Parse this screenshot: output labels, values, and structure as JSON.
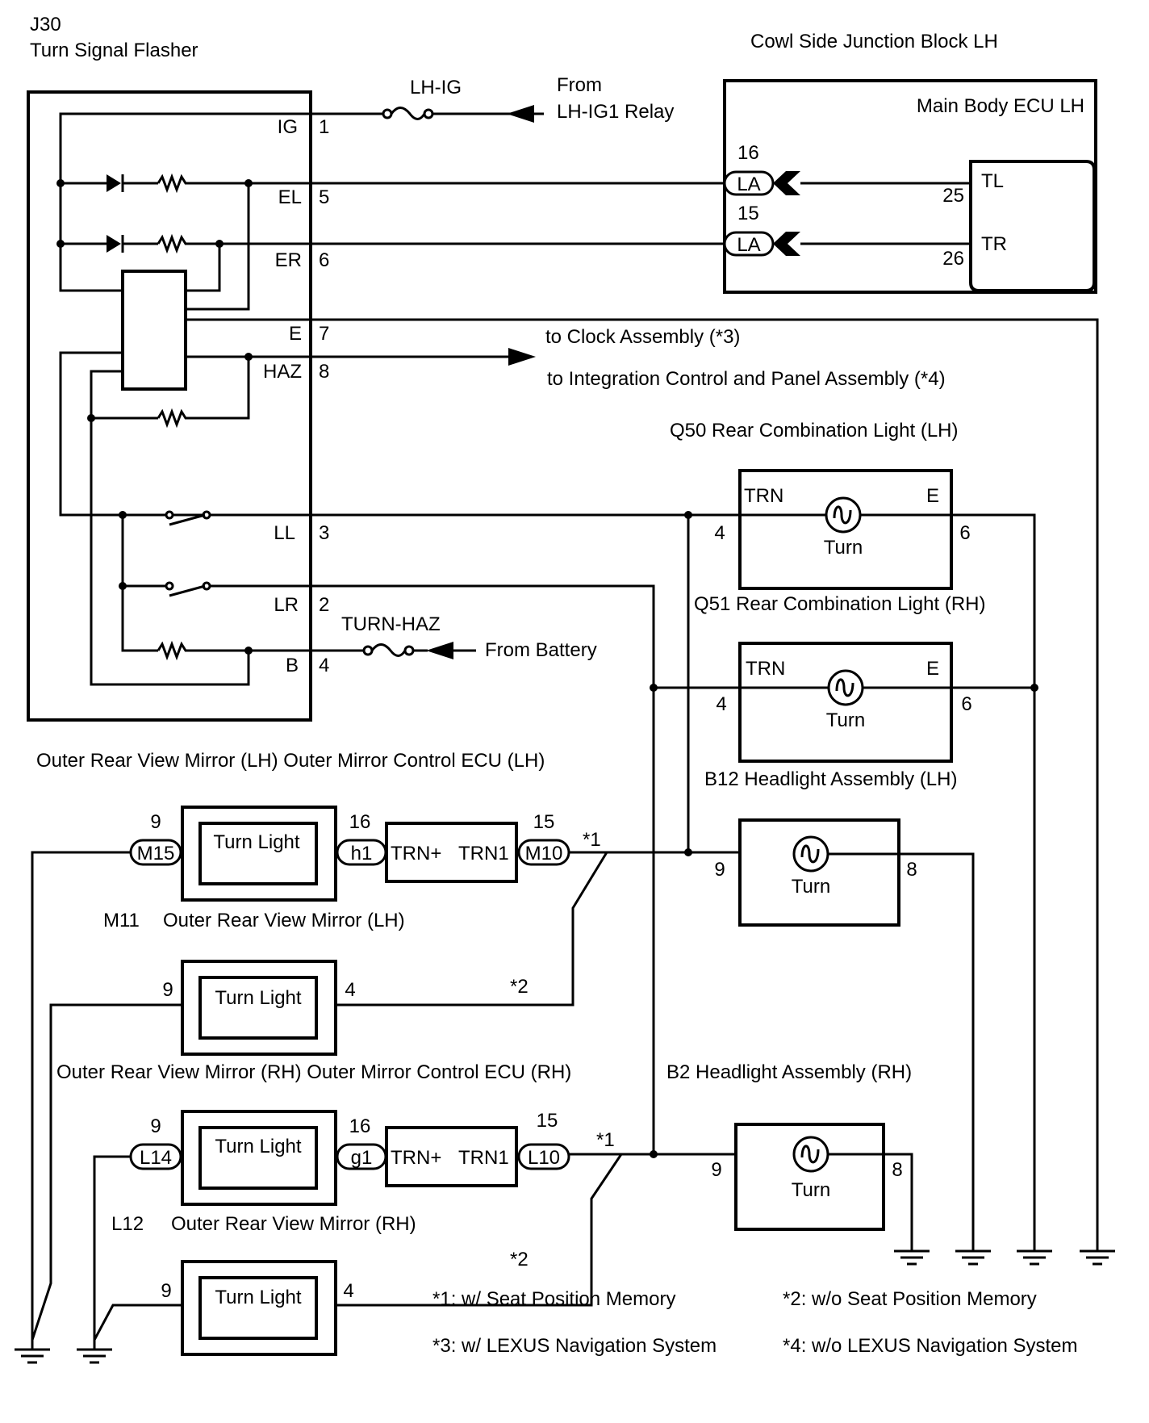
{
  "flasher": {
    "code": "J30",
    "name": "Turn Signal Flasher",
    "pins": [
      {
        "label": "IG",
        "num": "1"
      },
      {
        "label": "EL",
        "num": "5"
      },
      {
        "label": "ER",
        "num": "6"
      },
      {
        "label": "E",
        "num": "7"
      },
      {
        "label": "HAZ",
        "num": "8"
      },
      {
        "label": "LL",
        "num": "3"
      },
      {
        "label": "LR",
        "num": "2"
      },
      {
        "label": "B",
        "num": "4"
      }
    ]
  },
  "fuses": {
    "lh_ig": "LH-IG",
    "turn_haz": "TURN-HAZ"
  },
  "sources": {
    "from": "From",
    "relay": "LH-IG1 Relay",
    "battery": "From Battery"
  },
  "junction_block": {
    "title": "Cowl Side Junction Block LH",
    "ecu": "Main Body ECU LH",
    "conn_tl": {
      "num": "16",
      "label": "LA"
    },
    "conn_tr": {
      "num": "15",
      "label": "LA"
    },
    "pin_tl": {
      "label": "TL",
      "num": "25"
    },
    "pin_tr": {
      "label": "TR",
      "num": "26"
    }
  },
  "outputs": {
    "clock": "to Clock Assembly (*3)",
    "integration": "to Integration Control and Panel Assembly (*4)"
  },
  "q50": {
    "title": "Q50 Rear Combination Light (LH)",
    "trn": "TRN",
    "e": "E",
    "turn": "Turn",
    "pin_in": "4",
    "pin_out": "6"
  },
  "q51": {
    "title": "Q51 Rear Combination Light (RH)",
    "trn": "TRN",
    "e": "E",
    "turn": "Turn",
    "pin_in": "4",
    "pin_out": "6"
  },
  "b12": {
    "title": "B12 Headlight Assembly (LH)",
    "turn": "Turn",
    "pin_in": "9",
    "pin_out": "8"
  },
  "b2": {
    "title": "B2 Headlight Assembly (RH)",
    "turn": "Turn",
    "pin_in": "9",
    "pin_out": "8"
  },
  "mirror_lh": {
    "header": "Outer Rear View Mirror (LH) Outer Mirror Control ECU (LH)",
    "pin_ground": "9",
    "conn_ground": "M15",
    "turn_light": "Turn Light",
    "pin_mid": "16",
    "conn_mid": "h1",
    "trn_plus": "TRN+",
    "trn1": "TRN1",
    "pin_out": "15",
    "conn_out": "M10",
    "note1": "*1",
    "code": "M11",
    "code_name": "Outer Rear View Mirror (LH)",
    "alt_pin_ground": "9",
    "alt_turn_light": "Turn Light",
    "alt_pin_out": "4",
    "note2": "*2"
  },
  "mirror_rh": {
    "header": "Outer Rear View Mirror (RH) Outer Mirror Control ECU (RH)",
    "pin_ground": "9",
    "conn_ground": "L14",
    "turn_light": "Turn Light",
    "pin_mid": "16",
    "conn_mid": "g1",
    "trn_plus": "TRN+",
    "trn1": "TRN1",
    "pin_out": "15",
    "conn_out": "L10",
    "note1": "*1",
    "code": "L12",
    "code_name": "Outer Rear View Mirror (RH)",
    "alt_pin_ground": "9",
    "alt_turn_light": "Turn Light",
    "alt_pin_out": "4",
    "note2": "*2"
  },
  "notes": {
    "n1": "*1: w/ Seat Position Memory",
    "n2": "*2: w/o Seat Position Memory",
    "n3": "*3: w/ LEXUS Navigation System",
    "n4": "*4: w/o LEXUS Navigation System"
  }
}
